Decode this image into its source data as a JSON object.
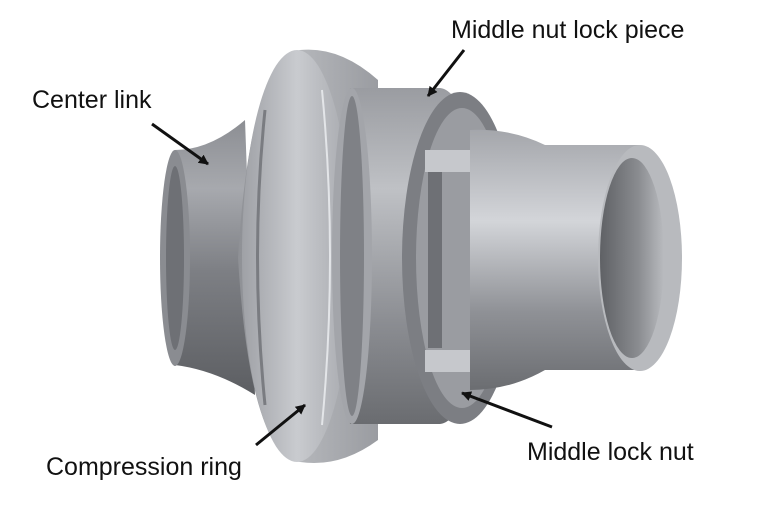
{
  "labels": {
    "center_link": "Center link",
    "middle_nut_lock_piece": "Middle nut lock piece",
    "compression_ring": "Compression ring",
    "middle_lock_nut": "Middle lock nut"
  },
  "colors": {
    "metal_dark": "#5c5e62",
    "metal_mid": "#8e9095",
    "metal_light": "#d3d5d9",
    "arrow": "#111111",
    "text": "#111111"
  }
}
